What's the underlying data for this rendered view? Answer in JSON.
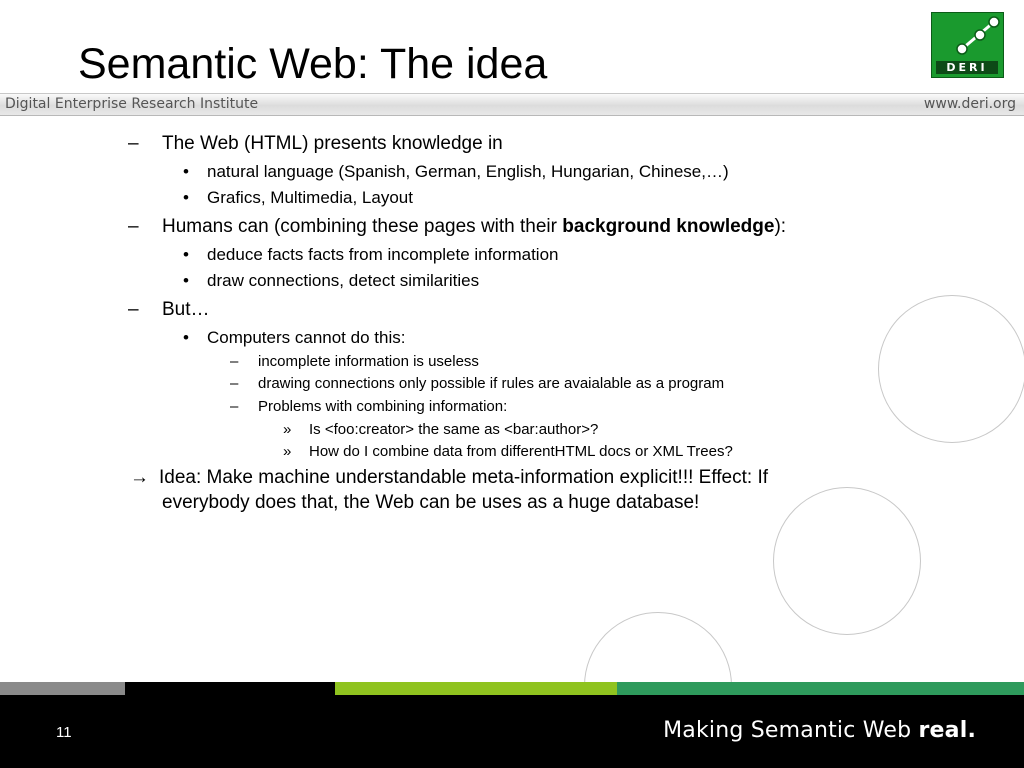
{
  "slide": {
    "title": "Semantic Web: The idea",
    "org_name": "Digital Enterprise Research Institute",
    "org_url": "www.deri.org",
    "logo_text": "DERI",
    "page_number": "11",
    "tagline_prefix": "Making Semantic Web ",
    "tagline_bold": "real."
  },
  "content": {
    "item1": "The Web (HTML) presents knowledge in",
    "item1_sub1": "natural language (Spanish, German, English, Hungarian, Chinese,…)",
    "item1_sub2": "Grafics, Multimedia, Layout",
    "item2_prefix": "Humans can (combining these pages with their ",
    "item2_bold": "background knowledge",
    "item2_suffix": "):",
    "item2_sub1": "deduce facts facts from incomplete information",
    "item2_sub2": "draw connections, detect similarities",
    "item3": "But…",
    "item3_sub1": "Computers cannot do this:",
    "item3_sub1_a": "incomplete information is useless",
    "item3_sub1_b": "drawing connections only possible if rules are avaialable as a program",
    "item3_sub1_c": "Problems with combining information:",
    "item3_sub1_c_i": "Is <foo:creator> the same as <bar:author>?",
    "item3_sub1_c_ii": "How do I combine data from differentHTML docs or  XML Trees?",
    "idea_line1": "Idea: Make machine understandable meta-information explicit!!! Effect: If",
    "idea_line2": "everybody does that, the Web can be uses as a huge database!"
  },
  "markers": {
    "dash": "–",
    "bullet": "•",
    "raquo": "»",
    "arrow": "→"
  },
  "colors": {
    "logo_green": "#1a9a2e",
    "bar_gray": "#8a8a8a",
    "bar_lime": "#8fc31f",
    "bar_green": "#2e9a5c"
  }
}
